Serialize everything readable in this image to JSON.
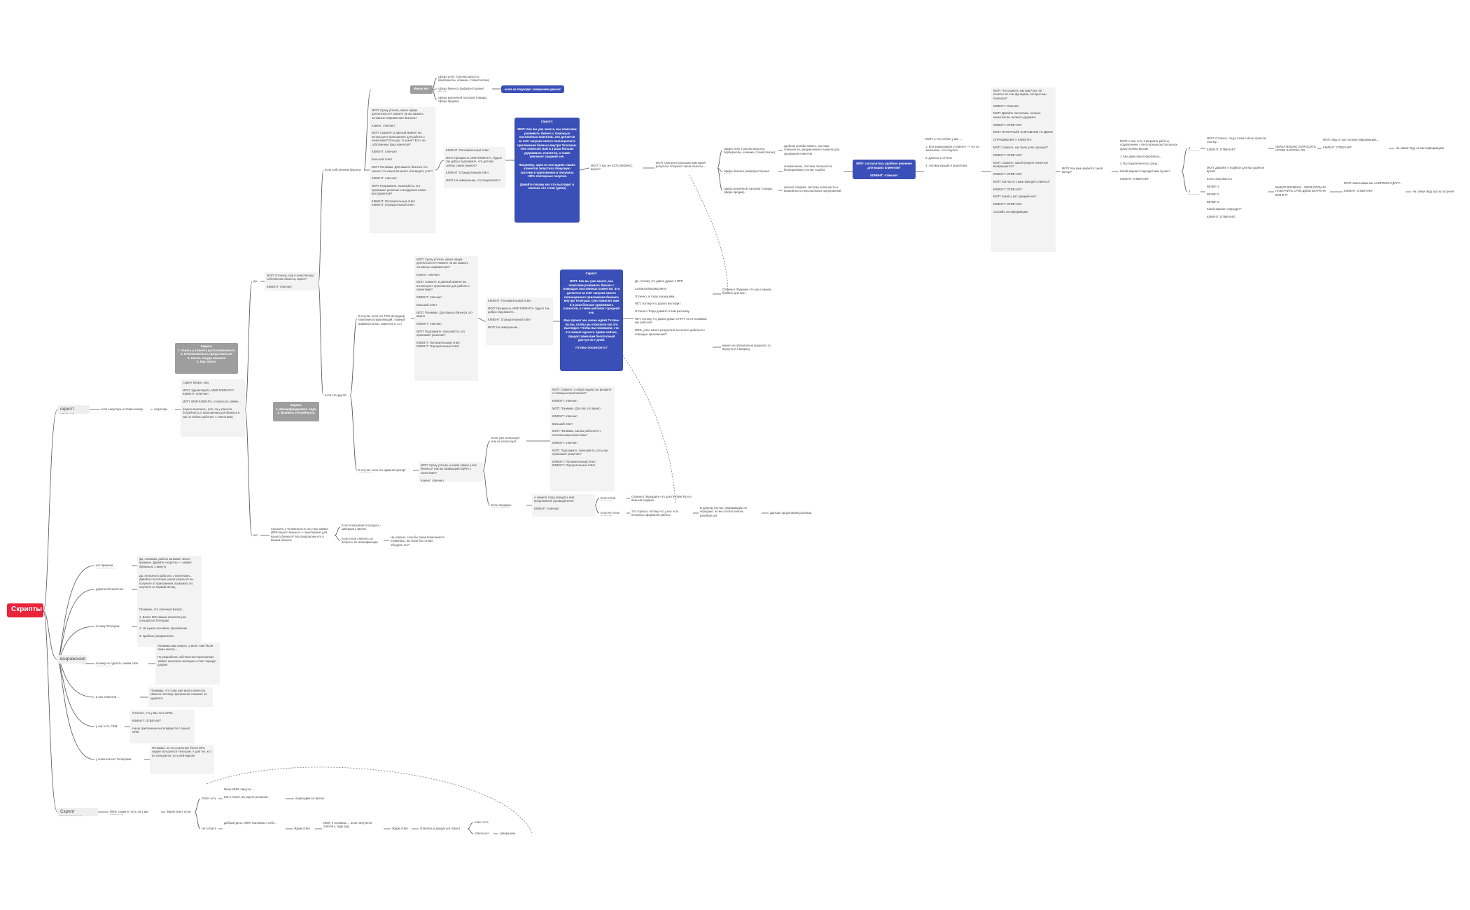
{
  "root": "Скрипты",
  "branches": {
    "call": "скрипт звонка",
    "objections": "возражения",
    "chat": "Скрипт переписки"
  },
  "nodes": {
    "sekretar_short": "секретарь",
    "sekretar_branch": "если секретарь оставил номер",
    "task_gray1": "Задача:\n1. Узнать у клиента расположенность\n2. Познакомиться, представиться\n3. Узнать откуда звонили\n4. Как узнать",
    "sekr_script": "Скрипт вопрос лид\n\nМОП: Здравствуйте, ИМЯ КЛИЕНТА?\nКЛИЕНТ: Отвечает\n\nМОП: ИМЯ КЛИЕНТА, я звоню по заявке...\n\n(Нужно выяснить, есть ли у клиента потребность в приложении для бизнеса и как он сейчас работает с клиентами)",
    "task_gray2": "Задача:\n1. Квалифицировать лида\n2. Выявить потребность",
    "yes_short": "да",
    "no_short": "нет",
    "mop_otlichno": "МОП: Отлично, при в качестве вас собственник бизнеса, верно?\n\nКЛИЕНТ: отвечает",
    "owner": "если собственник бизнеса",
    "other_person": "если кто другой",
    "top_managers": "В случае если это ТОП-менеджер компании (управляющий, главный администратор, директор и т.д.)",
    "admin_case": "В случае если это администратор/менеджер",
    "no_case": "Спросить у человека есть ли у вас заявка ИМЯ вашего бизнеса — приложение для вашего бизнеса? Мы предлагаем его в вашем бизнесе",
    "no_reply1": "Если отказывается продать - завершить звонок",
    "no_reply2": "Если готов ответить на вопросы по квалификации",
    "no_reply3": "Ну хорошо, если бы такая возможность появилась, вы были бы готовы обсудить его?",
    "q_block1": "МОП: Сразу уточню, какая сфера деятельности? Можете ли вы назвать основные направления бизнеса?\n\nКлиент: отвечает\n\nМОП: Скажите, в данный момент вы используете приложение для работы с клиентами? Если да, то какое? Есть ли собственная база клиентов?\n\nКЛИЕНТ: отвечает\n\nБольшой ответ\n\nМОП: Понимаю. Для вашего бизнеса это значит что клиентов много. Как ведете учёт?\n\nКЛИЕНТ: отвечает\n\nМОП: Подскажите, пожалуйста, кто принимает решение о внедрении новых инструментов?\n\nКЛИЕНТ: Положительный ответ\nКЛИЕНТ: Отрицательный ответ",
    "client_resp_group": "КЛИЕНТ: Положительный ответ\n\nМОП: Прекрасно, ИМЯ КЛИЕНТА, будьте так добры подскажите, что для вас сейчас самое важное?\n\nКЛИЕНТ: Отрицательный ответ\n\nМОП: На завершение, что предложить?",
    "client_resp_group2": "КЛИЕНТ: Положительный ответ\n\nМОП: Прекрасно, ИМЯ КЛИЕНТА, будьте так добры подскажите...\n\nКЛИЕНТ: Отрицательный ответ\n\nМОП: На завершение...",
    "q_block2": "МОП: Сразу уточню, какая сфера деятельности? Можете ли вы назвать основные направления?\n\nКлиент: отвечает\n\nМОП: Скажите, в данный момент вы используете приложение для работы с клиентами?\n\nКЛИЕНТ: отвечает\n\nБольшой ответ\n\nМОП: Понимаю. Для вашего бизнеса это важно\n\nКЛИЕНТ: отвечает\n\nМОП: Подскажите, пожалуйста, кто принимает решение?\n\nКЛИЕНТ: Положительный ответ\nКЛИЕНТ: Отрицательный ответ",
    "admin_q": "МОП: Сразу уточню, а какая сфера у вас бизнеса? Как вы взаимодействуете с клиентами?\n\nКлиент: отвечает",
    "admin_tree1": "Если уже использует или не использует",
    "admin_tree2": "Если передать руководителю",
    "admin_q2": "МОП: Скажите, а какую задачу вы решаете с помощью приложения?\n\nКЛИЕНТ: отвечает\n\nМОП: Понимаю. Для вас это важно\n\nКЛИЕНТ: отвечает\n\nБольшой ответ\n\nМОП: Понимаю, как вы работаете с постоянными клиентами?\n\nКЛИЕНТ: отвечает\n\nМОП: Подскажите, пожалуйста, кто у вас принимает решение?\n\nКЛИЕНТ: Положительный ответ\nКЛИЕНТ: Отрицательный ответ",
    "admin_pass": "А можете тогда передать моё предложение руководителю?\n\nКЛИЕНТ: отвечает",
    "admin_yes": "Если готов передать",
    "admin_no": "Если не готов передать",
    "admin_yes_text": "Отлично! Передайте что для ПРОФИ Ру его важный подарок",
    "admin_no_text": "Это хорошо, потому что у нас есть несколько форматов работы",
    "admin_no_text2": "В данном случае, информацию не передают, но мы готовы помочь разобраться",
    "admin_end": "Дальше продолжаем разговор",
    "blue1": "Скрипт:\n\nМОП: Как вы уже знаете, мы помогаем развивать бизнес с помощью постоянных клиентов. Это делается за счёт запуска своего полноценного приложения бизнеса внутри Телеграм. Оно помогает вам в 3 раза больше удерживать клиентов, а также увеличит средний чек.\n\nНапример, одна из последних наших клиентов запустила бонусную систему в приложении и получила +30% повторных покупок.\n\nДавайте покажу как это выглядит и сколько это стоит (демо)",
    "blue2": "Скрипт:\n\nМОП: Как вы уже знаете, мы помогаем развивать бизнес с помощью постоянных клиентов. Это делается за счёт запуска своего полноценного приложения бизнеса внутри Телеграм. Оно помогает вам в 3 раза больше удерживать клиентов, а также увеличит средний чек.\n\nВаш проект мы очень ждём! Готовы ли вы, чтобы мы показали как это выглядит. Чтобы вы понимали, что это можно сделать прямо сейчас, предоставим вам бесплатный доступ на 7 дней.\n\nГотовы посмотреть?",
    "blue_top": "если не подходит завершаем диалог",
    "gray_other": "Иначе нет",
    "sphere1": "сфера услуг (салоны красоты, барбершопы, клиники, стоматологии)",
    "sphere2": "сфера бизнеса (кафе/рестораны/бары)",
    "sphere3": "сфера розничной торговли (товары, сфера продаж)",
    "mop_demo": "МОП: У вас же ЕСТЬ БИЗНЕС, верно?\n\nКЛИЕНТ: отвечает",
    "mop_demo2": "МОП: Смотрите расскажу вам какой результат получают наши клиенты...",
    "sph_a": "сфера услуг (салоны красоты, барбершопы, клиники, стоматологии)",
    "sph_b": "сфера бизнеса (кафе/рестораны/бары)",
    "sph_c": "сфера розничной торговли (товары, сфера продаж)",
    "sph_a_text": "удобная онлайн-запись, система лояльности, уведомления о записях для удержания клиентов",
    "sph_b_text": "онлайн-меню, система лояльности, бронирование столов, кешбэк",
    "sph_c_text": "каталог товаров, система лояльности и возможность персональных предложений",
    "blue_right": "МОП: согласитесь удобное решение для ваших клиентов?\n\nКЛИЕНТ: отвечает",
    "right_list": "МОП: а что сейчас у вас ...\n\n1. Вся информация о клиенте — что он заказывал, что покупал\n\n2. Данные и отчёты\n\n3. Автоматизация и аналитика",
    "right_long": "МОП: Что скажете, как вам? Все ли понятно по тем функциям, которые мы показали?\n\nКЛИЕНТ: Отвечает\n\nМОП: Давайте посчитаем, сколько клиентов вы сможете удержать\n\nКЛИЕНТ: ОТВЕЧАЕТ\n\nМОП: ОТЛИЧНЫЙ! ЗАКРЫВАЕМ НА ДЕМО\n\nСПРАШИВАЕМ У КЛИЕНТА:\n\nМОП: Скажите, как было у вас раньше?\n\nКЛИЕНТ: ОТВЕЧАЕТ\n\nМОП: Скажите, какой процент клиентов возвращается?\n\nКЛИЕНТ: ОТВЕЧАЕТ\n\nМОП: Как часто к вам приходят клиенты?\n\nКЛИЕНТ: ОТВЕЧАЕТ\n\nМОП: Какой у вас средний чек?\n\nКЛИЕНТ: ОТВЕЧАЕТ\n\nСпасибо за информацию",
    "right_q": "МОП: Как вам нравится такой метод?\n\nКЛИЕНТ: ОТВЕЧАЕТ",
    "right_far": "МОП: У нас есть 2 формата работы, подключение с бесплатным доступом или сразу полная версия.\n\n1. Мы даём вам попробовать...\n\n2. Вы подключаетесь сразу...\n\nКакой вариант подходит вам лучше?\n\nКЛИЕНТ: ОТВЕЧАЕТ",
    "vA": "1 вариант",
    "vB": "2 вариант",
    "vA_text": "МОП: Отлично, тогда я вам сейчас пришлю ссылку...\n\nКЛИЕНТ: ОТВЕЧАЕТ",
    "vB_text": "МОП: Давайте я подберу для вас удобное время\n\nЕсли сомневается\n\nВЕЧЕР 1\n\nВЕЧЕР 2\n\nВЕЧЕР 3\n\nКакой вариант подходит?\n\nКЛИЕНТ: ОТВЕЧАЕТ",
    "vA_ok": "ОБЯЗАТЕЛЬНО ЗАПРОСИТЬ СРОКИ ЗАПУСКА ПО",
    "vA_ok2": "МОП: Жду от вас полную информацию...\n\nКЛИЕНТ: ОТВЕЧАЕТ",
    "vA_final": "На связи! Жду от вас информацию!",
    "vB_ok": "ВЫБОР ВРЕМЕНИ - ОБЯЗАТЕЛЬНО НАЗНАЧИТЬ СРОК ДЕМО ВСТРЕЧИ ВИЗ В ТГ",
    "vB_ok2": "МОП: Записываю вас на ВРЕМЯ И ДАТУ...\n\nКЛИЕНТ: ОТВЕЧАЕТ",
    "vB_final": "На связи! Жду вас на встрече!",
    "mid_opts": "ДА, потому что давно думал о ПРП\n\nСЛОЖНО/ВОЗМОЖНО\n\nОтлично, я тогда покажу вам...\n\nНЕТ, потому что дорого выглядит\n\nОтлично! Тогда давайте я вам расскажу\n\nНЕТ, потому что давно думал о ПРП, но не понимаю как работает\n\nИМЯ, у вас какого результата вы хотите добиться с помощью приложения?",
    "mid_right": "Отлично! Подумаю что как о вашем бизнесе для вас...",
    "mid_right2": "можно ли обязательно вырезать то вернуться к вопросу",
    "obj1": "нет времени разговаривать",
    "obj1_t": "Да, понимаю, работа занимает много времени. Давайте я коротко — займет буквально 1 минуту",
    "obj2": "дорогое/непонятное",
    "obj2_t": "Да, интересно работать с клиентами... Давайте посчитаем, какой результат вы получите от приложения, возможно это окупится за первый месяц",
    "obj3": "почему Телеграм",
    "obj3_t": "Понимаю, это логичный вопрос...\n\n1. Более 80% ваших клиентов уже пользуются Телеграм\n\n2. Не нужно скачивать приложение\n\n3. Удобные уведомления",
    "obj4": "почему не сделать самим свое приложение",
    "obj4_t": "Понимаю ваш вопрос, у меня тоже были такие мысли...\n\nНо разработка собственного приложения займет несколько месяцев и стоит гораздо дороже",
    "obj5": "в нас клиентов ...",
    "obj5_t": "Понимаю, что у вас уже много клиентов. Именно поэтому приложение поможет их удержать",
    "obj6": "у нас есть CRM",
    "obj6_t": "Отлично, что у вас есть CRM...\n\nКЛИЕНТ: ОТВЕЧАЕТ\n\nНаше приложение интегрируется с вашей CRM",
    "obj7": "у клиентов нет Телеграма",
    "obj7_t": "Понимаю, но по статистике более 80% людей пользуются Телеграм. А для тех, кто не пользуется, есть веб-версия",
    "chat_q": "ИМЯ, скажите, есть ли у вас вопросы?",
    "chat_a1": "Ждём ответ, если",
    "chat_a2": "Ответ есть",
    "chat_a3": "Нет ответа",
    "chat_t1": "Меня ИМЯ, пишу из ...\n\nКак я понял, вы ищете решение...",
    "chat_t2": "Добрый день, ИМЯ! Напомню о себе...",
    "chat_t3": "Ждём ответ",
    "chat_t4": "Ждём ответ",
    "chat_t5": "ИМЯ, я понимаю ... Если получится ответить, буду рад",
    "chat_t6": "Ответить и дождаться ответа",
    "chat_t7": "ответ есть",
    "chat_t8": "ответа нет",
    "chat_t9": "завершаем",
    "chat_end": "переходим на звонок"
  }
}
